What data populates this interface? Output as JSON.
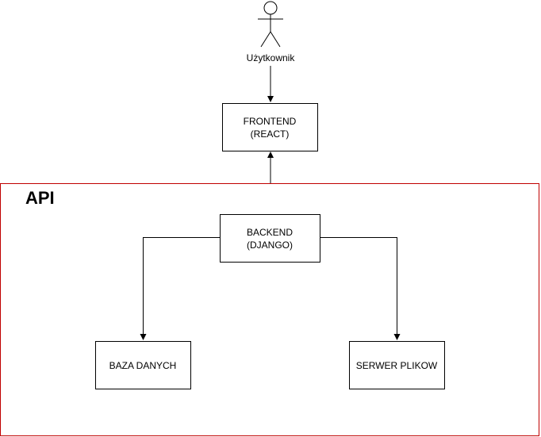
{
  "diagram": {
    "actor": {
      "label": "Użytkownik"
    },
    "frontend": {
      "line1": "FRONTEND",
      "line2": "(REACT)"
    },
    "api_group": {
      "label": "API",
      "border_color": "#c00000"
    },
    "backend": {
      "line1": "BACKEND",
      "line2": "(DJANGO)"
    },
    "database": {
      "label": "BAZA DANYCH"
    },
    "file_server": {
      "label": "SERWER PLIKOW"
    }
  },
  "colors": {
    "stroke": "#000000",
    "background": "#ffffff"
  }
}
